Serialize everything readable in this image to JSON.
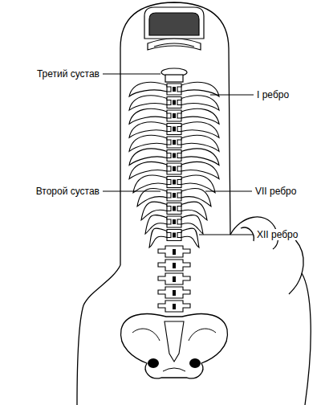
{
  "diagram": {
    "labels": [
      "Третий сустав",
      "I ребро",
      "Второй сустав",
      "VII ребро",
      "XII ребро"
    ]
  }
}
